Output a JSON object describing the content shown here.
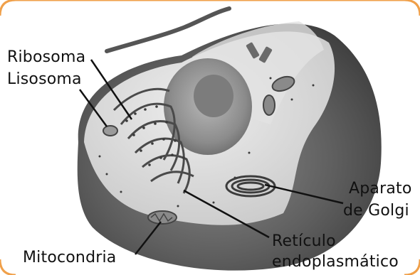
{
  "labels": {
    "ribosoma": "Ribosoma",
    "lisosoma": "Lisosoma",
    "aparato_line1": "Aparato",
    "aparato_line2": "de Golgi",
    "reticulo_line1": "Retículo",
    "reticulo_line2": "endoplasmático",
    "mitocondria": "Mitocondria"
  },
  "colors": {
    "frame_border": "#f0a04a",
    "cell_shell": "#5f5f5f",
    "cytoplasm": "#d9d9d9",
    "nucleus": "#9a9a9a",
    "label_text": "#111111"
  }
}
